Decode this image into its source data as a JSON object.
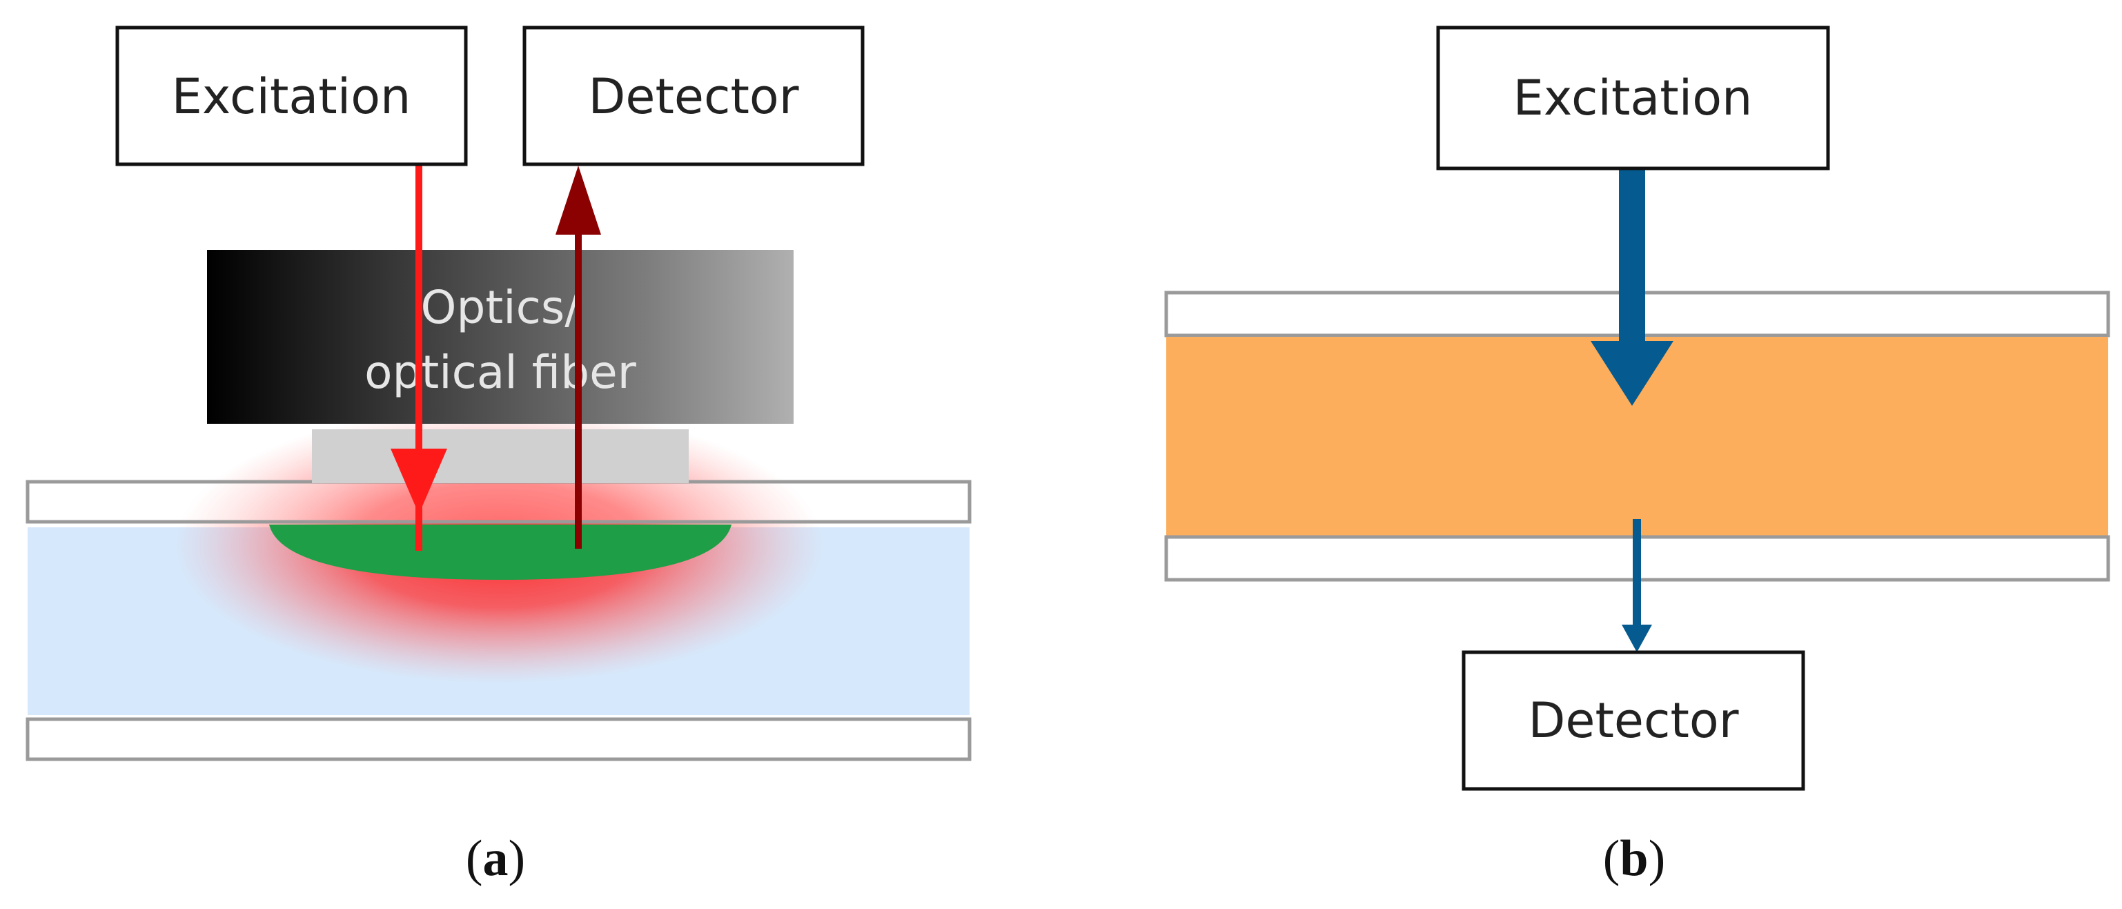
{
  "panel_a": {
    "excitation_label": "Excitation",
    "detector_label": "Detector",
    "optics_label_line1": "Optics/",
    "optics_label_line2": "optical fiber",
    "caption_open": "(",
    "caption_letter": "a",
    "caption_close": ")"
  },
  "panel_b": {
    "excitation_label": "Excitation",
    "detector_label": "Detector",
    "caption_open": "(",
    "caption_letter": "b",
    "caption_close": ")"
  },
  "colors": {
    "excitation_arrow_a": "#ff1a1a",
    "emission_arrow_a": "#8b0000",
    "sample_green": "#1e9e46",
    "glow_red": "#ff3030",
    "channel_blue": "#d6e8fb",
    "lens_grey": "#d0d0d0",
    "orange_sample": "#fdae5c",
    "arrow_blue": "#055b8f",
    "box_border": "#111111",
    "slide_border": "#9a9a9a"
  },
  "icons": {
    "excitation_arrow": "arrow-down-icon",
    "emission_arrow": "arrow-up-icon"
  }
}
